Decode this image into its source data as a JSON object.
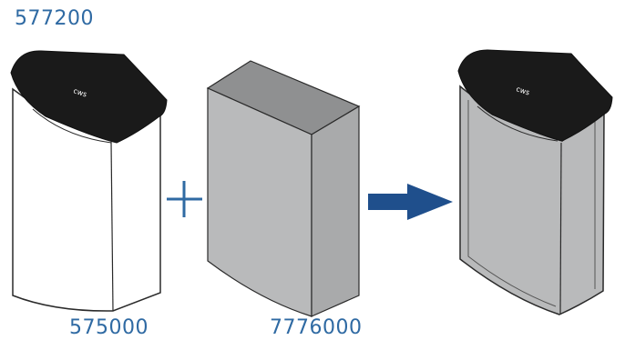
{
  "labels": {
    "kit_code": "577200",
    "left_item_code": "575000",
    "middle_item_code": "7776000"
  },
  "symbols": {
    "plus": "+",
    "arrow": "right-arrow"
  },
  "brand": {
    "logo_text": "cws"
  },
  "colors": {
    "label_blue": "#2f6aa3",
    "arrow_blue": "#1f4f8c",
    "lid_black": "#1a1a1a",
    "cover_gray": "#b9babb",
    "outline": "#2a2a2a"
  }
}
